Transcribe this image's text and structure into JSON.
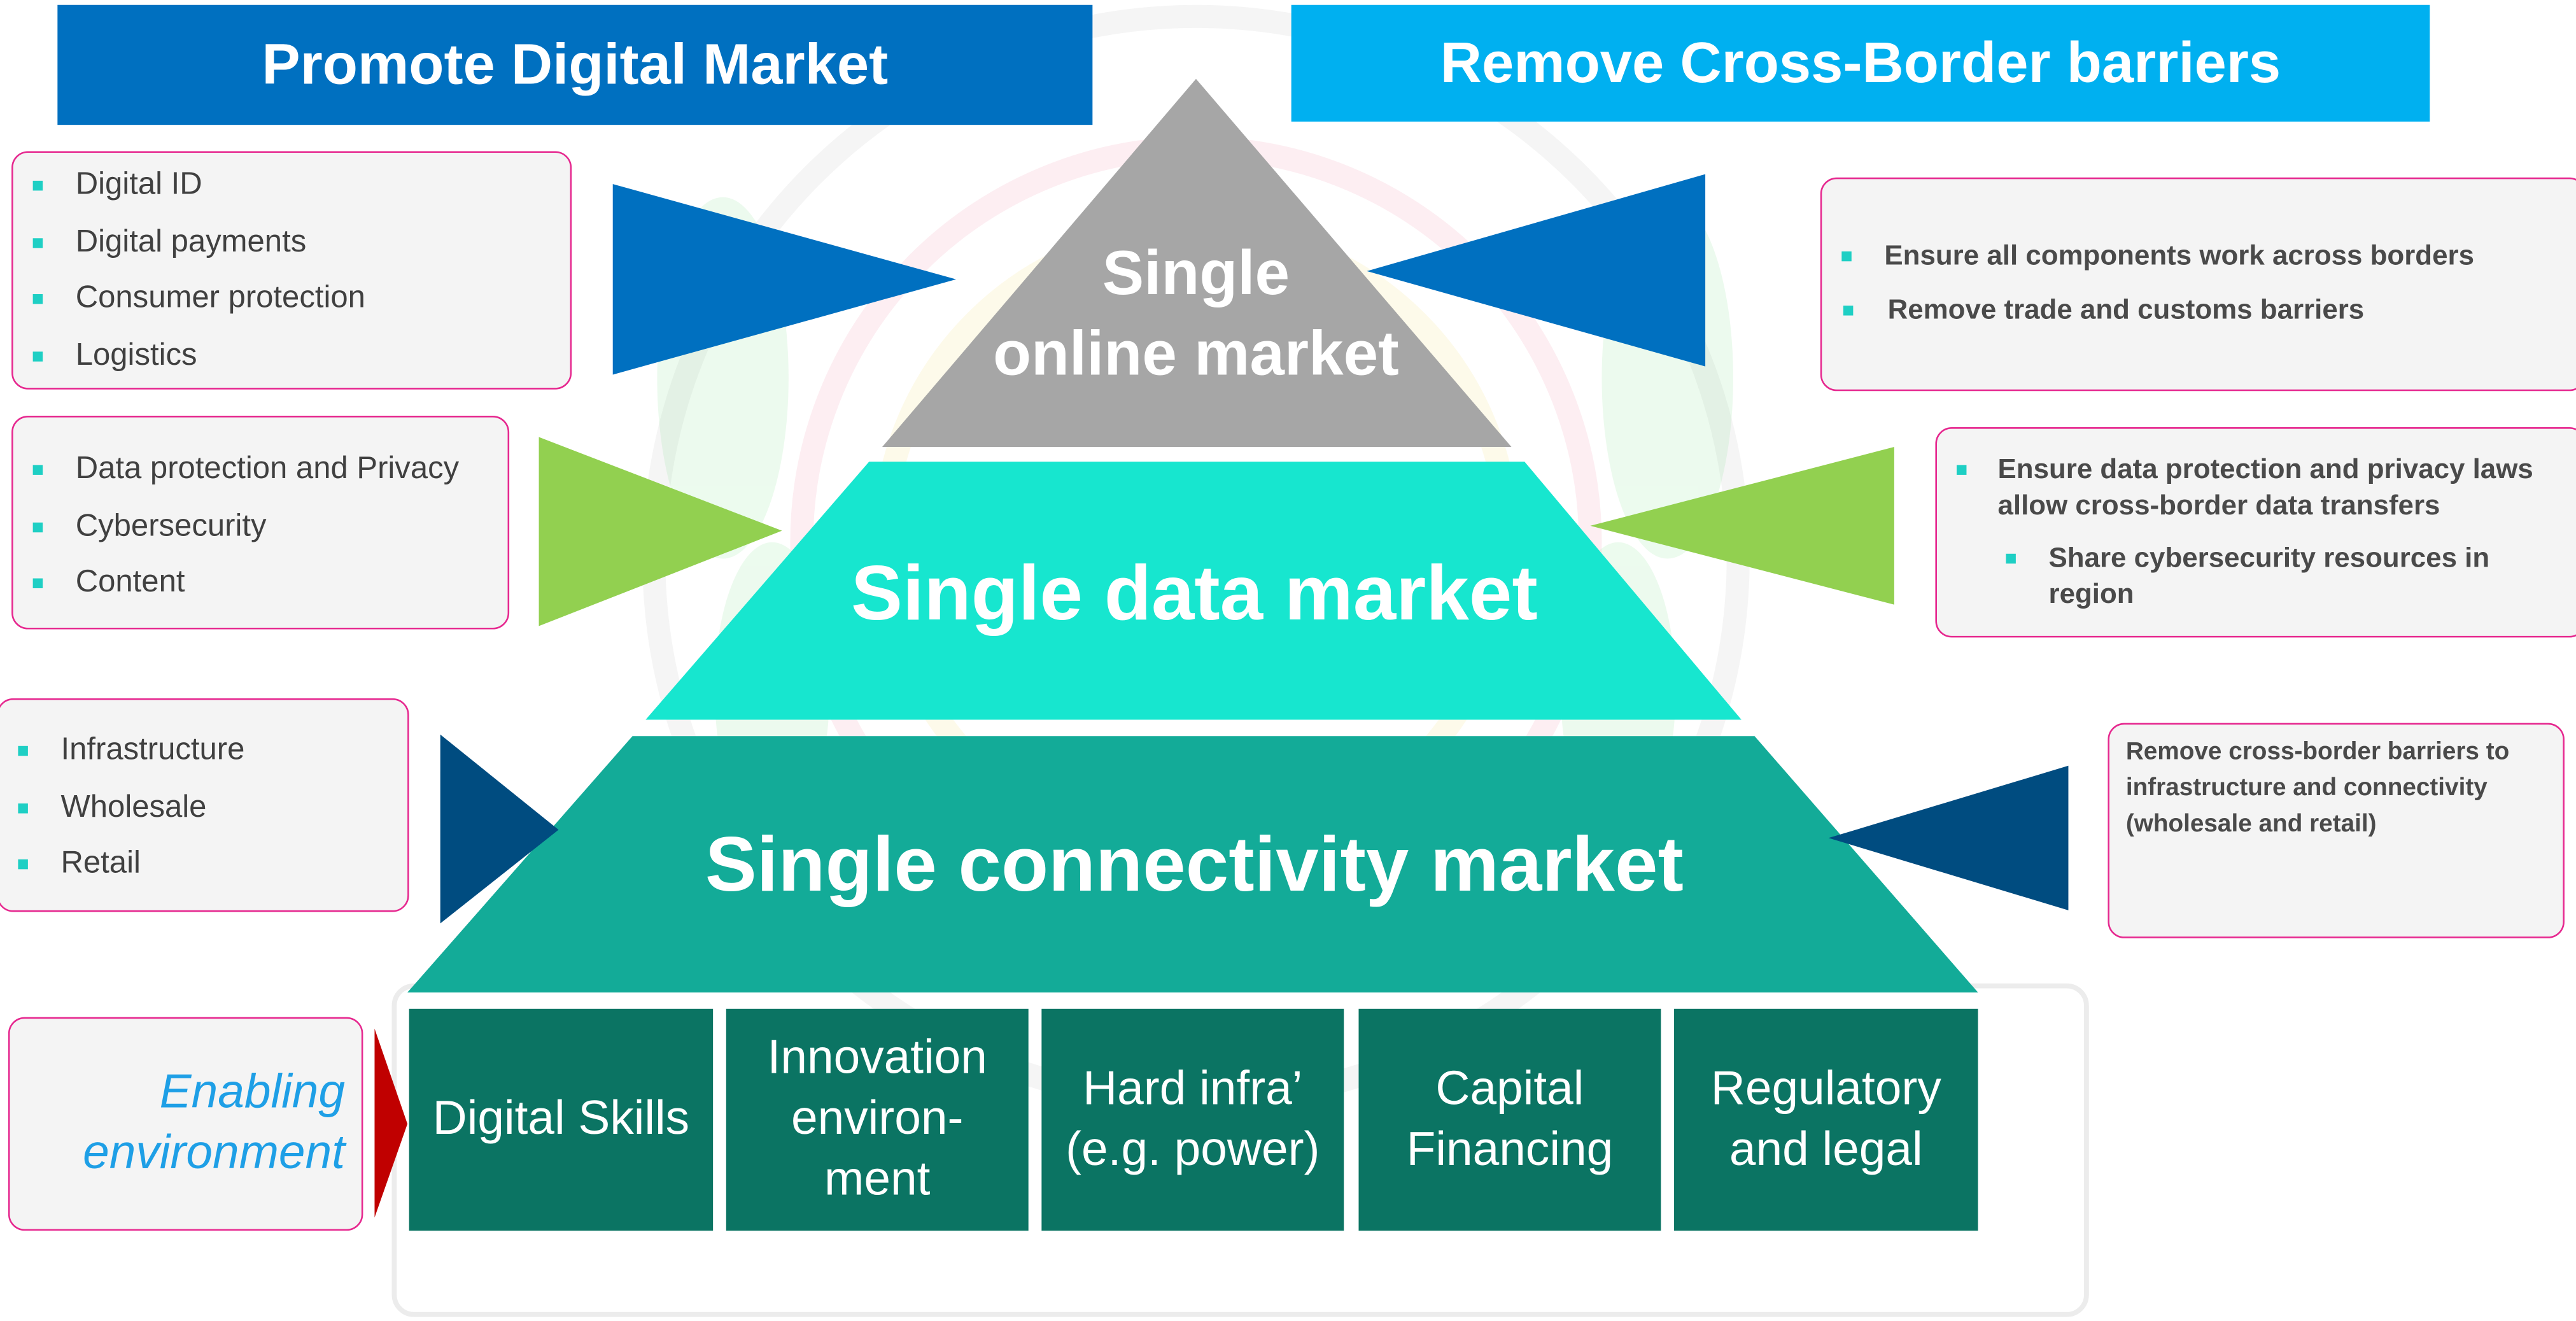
{
  "banners": {
    "left": "Promote Digital Market",
    "right": "Remove Cross-Border barriers"
  },
  "pyramid": {
    "top_line1": "Single",
    "top_line2": "online market",
    "middle": "Single data market",
    "bottom": "Single connectivity market"
  },
  "left_boxes": [
    {
      "items": [
        "Digital ID",
        "Digital payments",
        "Consumer protection",
        "Logistics"
      ]
    },
    {
      "items": [
        "Data protection and Privacy",
        "Cybersecurity",
        "Content"
      ]
    },
    {
      "items": [
        "Infrastructure",
        "Wholesale",
        "Retail"
      ]
    }
  ],
  "right_boxes": [
    {
      "items": [
        "Ensure all components work across borders",
        "Remove trade and customs barriers"
      ]
    },
    {
      "items": [
        "Ensure data protection and privacy laws allow cross-border data transfers",
        "Share cybersecurity resources in region"
      ]
    },
    {
      "text": "Remove cross-border barriers to infrastructure and connectivity (wholesale and retail)"
    }
  ],
  "enabling": {
    "line1": "Enabling",
    "line2": "environment"
  },
  "pillars": [
    {
      "lines": [
        "Digital Skills"
      ]
    },
    {
      "lines": [
        "Innovation",
        "environ-",
        "ment"
      ]
    },
    {
      "lines": [
        "Hard infra’",
        "(e.g. power)"
      ]
    },
    {
      "lines": [
        "Capital",
        "Financing"
      ]
    },
    {
      "lines": [
        "Regulatory",
        "and legal"
      ]
    }
  ],
  "colors": {
    "banner_left": "#0070c0",
    "banner_right": "#00b0f0",
    "tier_top": "#a6a6a6",
    "tier_middle": "#17e6cf",
    "tier_bottom": "#13ab98",
    "pillar": "#0b7463",
    "arrow_top": "#0070c0",
    "arrow_middle": "#92d050",
    "arrow_bottom": "#004c80",
    "arrow_enabling": "#c00000",
    "box_border": "#e6288f",
    "bullet": "#1ecfc4",
    "enabling_text": "#1e9fe6"
  }
}
